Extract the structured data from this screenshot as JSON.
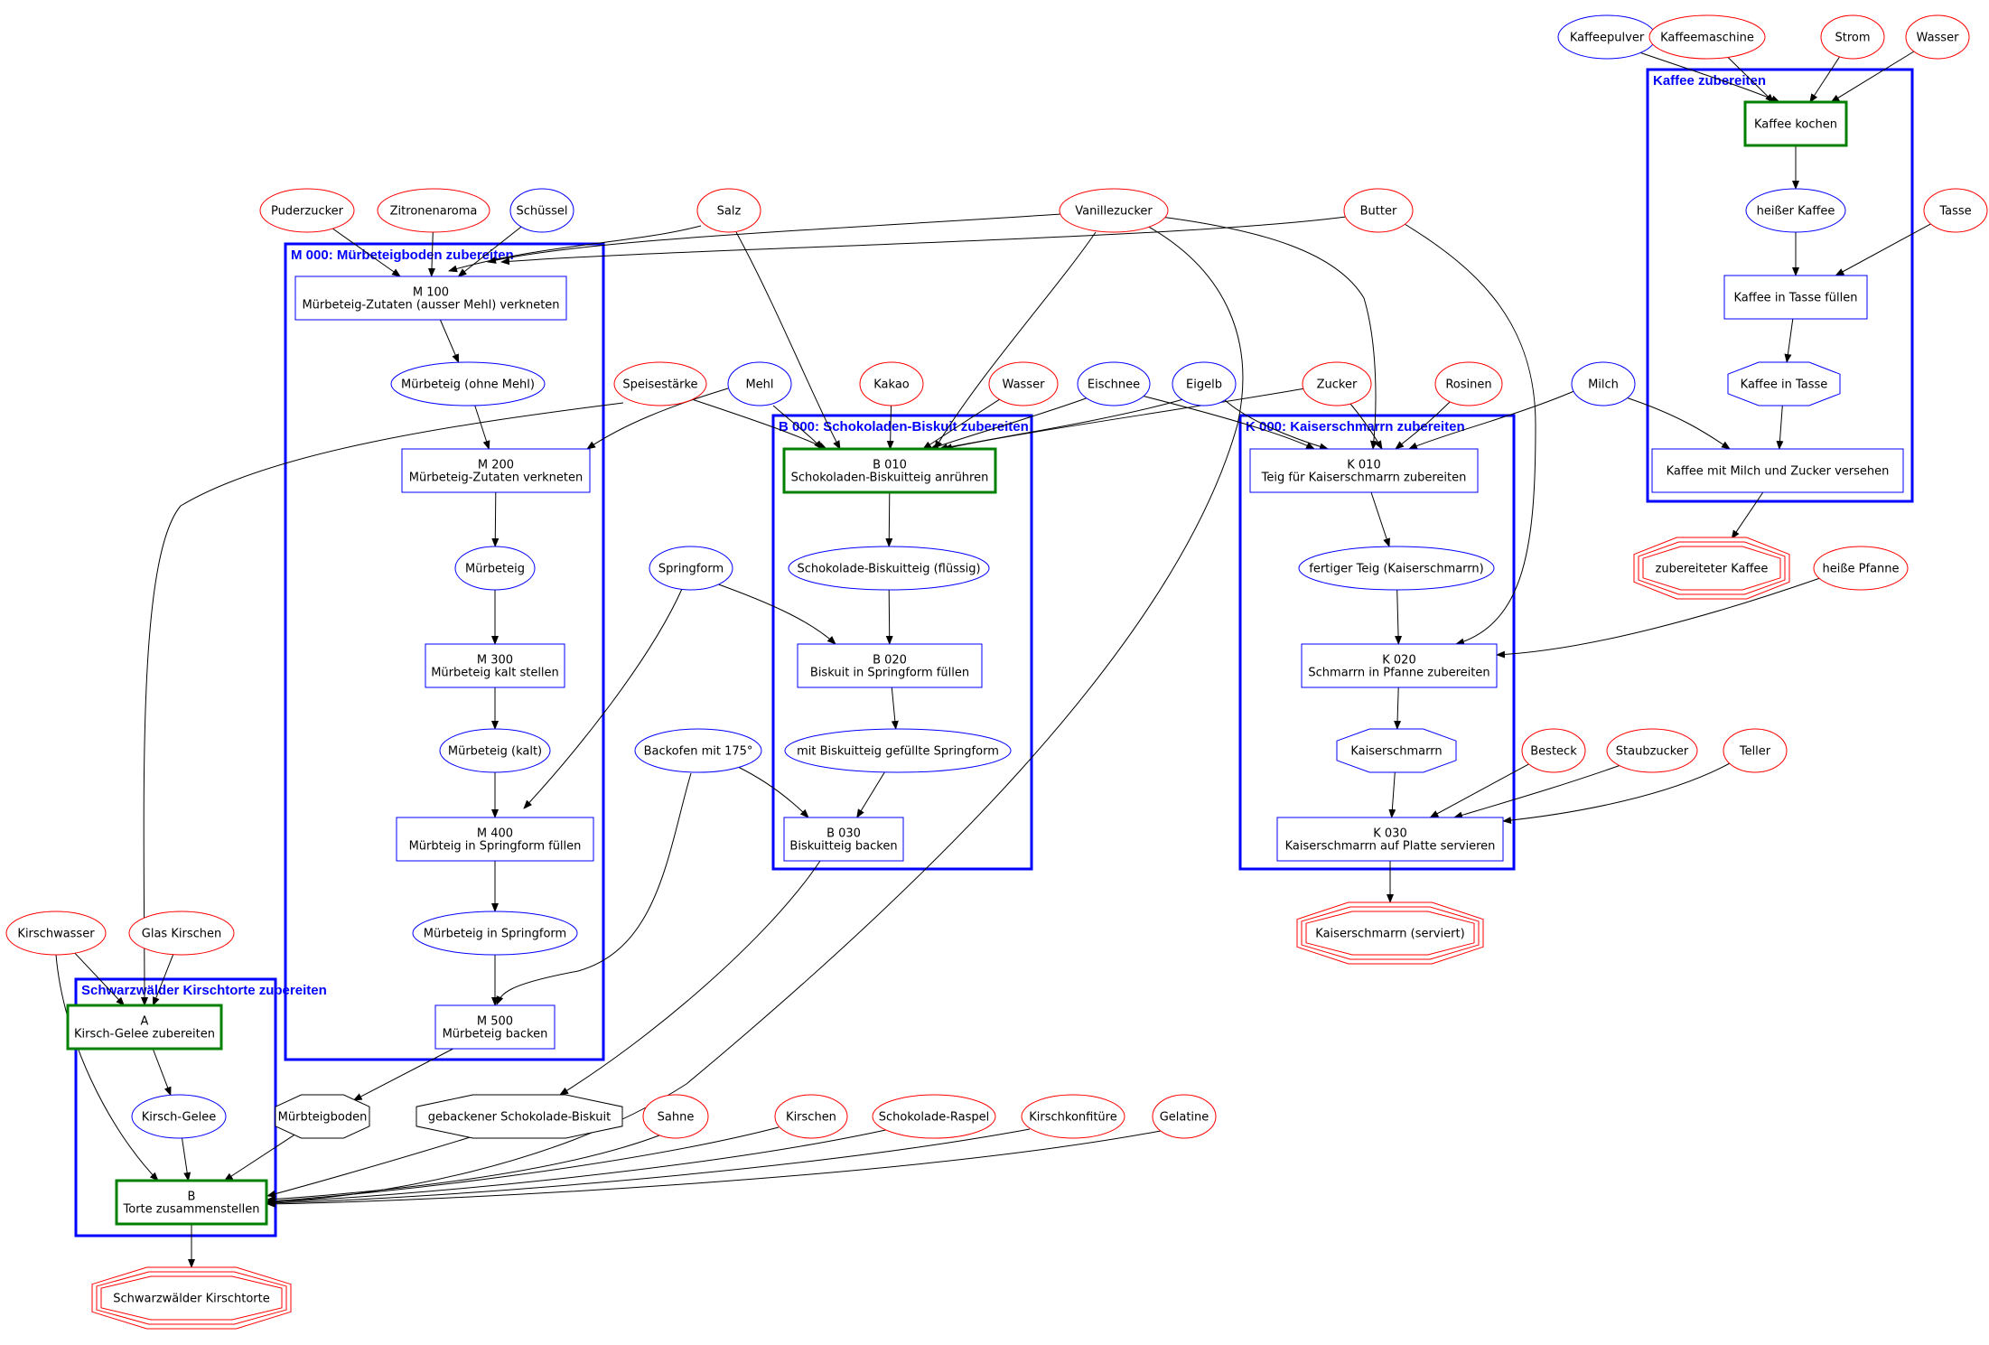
{
  "colors": {
    "resource": "#ff0000",
    "intermediate": "#0000ff",
    "cluster": "#0000ff",
    "top_step": "#008000",
    "final": "#ff0000",
    "shared": "#000000",
    "edge": "#000000"
  },
  "clusters": [
    {
      "id": "M",
      "title": "M 000: Mürbeteigboden zubereiten"
    },
    {
      "id": "B",
      "title": "B 000: Schokoladen-Biskuit zubereiten"
    },
    {
      "id": "K",
      "title": "K 000: Kaiserschmarrn zubereiten"
    },
    {
      "id": "C",
      "title": "Kaffee zubereiten"
    },
    {
      "id": "S",
      "title": "Schwarzwälder Kirschtorte zubereiten"
    }
  ],
  "nodes": [
    {
      "id": "puderzucker",
      "kind": "resource",
      "lines": [
        "Puderzucker"
      ]
    },
    {
      "id": "zitronenaroma",
      "kind": "resource",
      "lines": [
        "Zitronenaroma"
      ]
    },
    {
      "id": "schuessel",
      "kind": "intermediate",
      "lines": [
        "Schüssel"
      ]
    },
    {
      "id": "salz",
      "kind": "resource",
      "lines": [
        "Salz"
      ]
    },
    {
      "id": "vanillezucker",
      "kind": "resource",
      "lines": [
        "Vanillezucker"
      ]
    },
    {
      "id": "butter",
      "kind": "resource",
      "lines": [
        "Butter"
      ]
    },
    {
      "id": "m100",
      "kind": "step",
      "lines": [
        "M 100",
        "Mürbeteig-Zutaten (ausser Mehl) verkneten"
      ]
    },
    {
      "id": "mt_ohne_mehl",
      "kind": "intermediate",
      "lines": [
        "Mürbeteig (ohne Mehl)"
      ]
    },
    {
      "id": "speisestaerke",
      "kind": "resource",
      "lines": [
        "Speisestärke"
      ]
    },
    {
      "id": "mehl",
      "kind": "intermediate",
      "lines": [
        "Mehl"
      ]
    },
    {
      "id": "kakao",
      "kind": "resource",
      "lines": [
        "Kakao"
      ]
    },
    {
      "id": "wasser1",
      "kind": "resource",
      "lines": [
        "Wasser"
      ]
    },
    {
      "id": "eischnee",
      "kind": "intermediate",
      "lines": [
        "Eischnee"
      ]
    },
    {
      "id": "eigelb",
      "kind": "intermediate",
      "lines": [
        "Eigelb"
      ]
    },
    {
      "id": "zucker",
      "kind": "resource",
      "lines": [
        "Zucker"
      ]
    },
    {
      "id": "rosinen",
      "kind": "resource",
      "lines": [
        "Rosinen"
      ]
    },
    {
      "id": "milch",
      "kind": "intermediate",
      "lines": [
        "Milch"
      ]
    },
    {
      "id": "m200",
      "kind": "step",
      "lines": [
        "M 200",
        "Mürbeteig-Zutaten verkneten"
      ]
    },
    {
      "id": "b010",
      "kind": "top",
      "lines": [
        "B 010",
        "Schokoladen-Biskuitteig anrühren"
      ]
    },
    {
      "id": "k010",
      "kind": "step",
      "lines": [
        "K 010",
        "Teig für Kaiserschmarrn zubereiten"
      ]
    },
    {
      "id": "muerbeteig",
      "kind": "intermediate",
      "lines": [
        "Mürbeteig"
      ]
    },
    {
      "id": "springform",
      "kind": "intermediate",
      "lines": [
        "Springform"
      ]
    },
    {
      "id": "schoko_fl",
      "kind": "intermediate",
      "lines": [
        "Schokolade-Biskuitteig (flüssig)"
      ]
    },
    {
      "id": "fertiger_teig",
      "kind": "intermediate",
      "lines": [
        "fertiger Teig (Kaiserschmarrn)"
      ]
    },
    {
      "id": "m300",
      "kind": "step",
      "lines": [
        "M 300",
        "Mürbeteig kalt stellen"
      ]
    },
    {
      "id": "b020",
      "kind": "step",
      "lines": [
        "B 020",
        "Biskuit in Springform füllen"
      ]
    },
    {
      "id": "k020",
      "kind": "step",
      "lines": [
        "K 020",
        "Schmarrn in Pfanne zubereiten"
      ]
    },
    {
      "id": "mt_kalt",
      "kind": "intermediate",
      "lines": [
        "Mürbeteig (kalt)"
      ]
    },
    {
      "id": "backofen",
      "kind": "intermediate",
      "lines": [
        "Backofen mit 175°"
      ]
    },
    {
      "id": "gefuellte_sf",
      "kind": "intermediate",
      "lines": [
        "mit Biskuitteig gefüllte Springform"
      ]
    },
    {
      "id": "kaiserschmarrn_oct",
      "kind": "octagon-blue",
      "lines": [
        "Kaiserschmarrn"
      ]
    },
    {
      "id": "besteck",
      "kind": "resource",
      "lines": [
        "Besteck"
      ]
    },
    {
      "id": "staubzucker",
      "kind": "resource",
      "lines": [
        "Staubzucker"
      ]
    },
    {
      "id": "teller",
      "kind": "resource",
      "lines": [
        "Teller"
      ]
    },
    {
      "id": "m400",
      "kind": "step",
      "lines": [
        "M 400",
        "Mürbteig in Springform füllen"
      ]
    },
    {
      "id": "b030",
      "kind": "step",
      "lines": [
        "B 030",
        "Biskuitteig backen"
      ]
    },
    {
      "id": "k030",
      "kind": "step",
      "lines": [
        "K 030",
        "Kaiserschmarrn auf Platte servieren"
      ]
    },
    {
      "id": "kaiserschmarrn_serviert",
      "kind": "final",
      "lines": [
        "Kaiserschmarrn (serviert)"
      ]
    },
    {
      "id": "mt_in_sf",
      "kind": "intermediate",
      "lines": [
        "Mürbeteig in Springform"
      ]
    },
    {
      "id": "kirschwasser",
      "kind": "resource",
      "lines": [
        "Kirschwasser"
      ]
    },
    {
      "id": "glas_kirschen",
      "kind": "resource",
      "lines": [
        "Glas Kirschen"
      ]
    },
    {
      "id": "m500",
      "kind": "step",
      "lines": [
        "M 500",
        "Mürbeteig backen"
      ]
    },
    {
      "id": "a",
      "kind": "top",
      "lines": [
        "A",
        "Kirsch-Gelee zubereiten"
      ]
    },
    {
      "id": "kirsch_gelee",
      "kind": "intermediate",
      "lines": [
        "Kirsch-Gelee"
      ]
    },
    {
      "id": "muerbteigboden",
      "kind": "shared",
      "lines": [
        "Mürbteigboden"
      ]
    },
    {
      "id": "gebackener_biskuit",
      "kind": "shared",
      "lines": [
        "gebackener Schokolade-Biskuit"
      ]
    },
    {
      "id": "sahne",
      "kind": "resource",
      "lines": [
        "Sahne"
      ]
    },
    {
      "id": "kirschen",
      "kind": "resource",
      "lines": [
        "Kirschen"
      ]
    },
    {
      "id": "schoko_raspel",
      "kind": "resource",
      "lines": [
        "Schokolade-Raspel"
      ]
    },
    {
      "id": "kirschkonfituere",
      "kind": "resource",
      "lines": [
        "Kirschkonfitüre"
      ]
    },
    {
      "id": "gelatine",
      "kind": "resource",
      "lines": [
        "Gelatine"
      ]
    },
    {
      "id": "b_torte",
      "kind": "top",
      "lines": [
        "B",
        "Torte zusammenstellen"
      ]
    },
    {
      "id": "torte_final",
      "kind": "final",
      "lines": [
        "Schwarzwälder Kirschtorte"
      ]
    },
    {
      "id": "kaffeepulver",
      "kind": "intermediate",
      "lines": [
        "Kaffeepulver"
      ]
    },
    {
      "id": "kaffeemaschine",
      "kind": "resource",
      "lines": [
        "Kaffeemaschine"
      ]
    },
    {
      "id": "strom",
      "kind": "resource",
      "lines": [
        "Strom"
      ]
    },
    {
      "id": "wasser2",
      "kind": "resource",
      "lines": [
        "Wasser"
      ]
    },
    {
      "id": "kaffee_kochen",
      "kind": "top",
      "lines": [
        "Kaffee kochen"
      ]
    },
    {
      "id": "heisser_kaffee",
      "kind": "intermediate",
      "lines": [
        "heißer Kaffee"
      ]
    },
    {
      "id": "tasse",
      "kind": "resource",
      "lines": [
        "Tasse"
      ]
    },
    {
      "id": "kaffee_tasse_fuellen",
      "kind": "step",
      "lines": [
        "Kaffee in Tasse füllen"
      ]
    },
    {
      "id": "kaffee_in_tasse",
      "kind": "octagon-blue",
      "lines": [
        "Kaffee in Tasse"
      ]
    },
    {
      "id": "kaffee_milch_zucker",
      "kind": "step",
      "lines": [
        "Kaffee mit Milch und Zucker versehen"
      ]
    },
    {
      "id": "zubereiteter_kaffee",
      "kind": "final",
      "lines": [
        "zubereiteter Kaffee"
      ]
    },
    {
      "id": "heisse_pfanne",
      "kind": "resource",
      "lines": [
        "heiße Pfanne"
      ]
    }
  ]
}
